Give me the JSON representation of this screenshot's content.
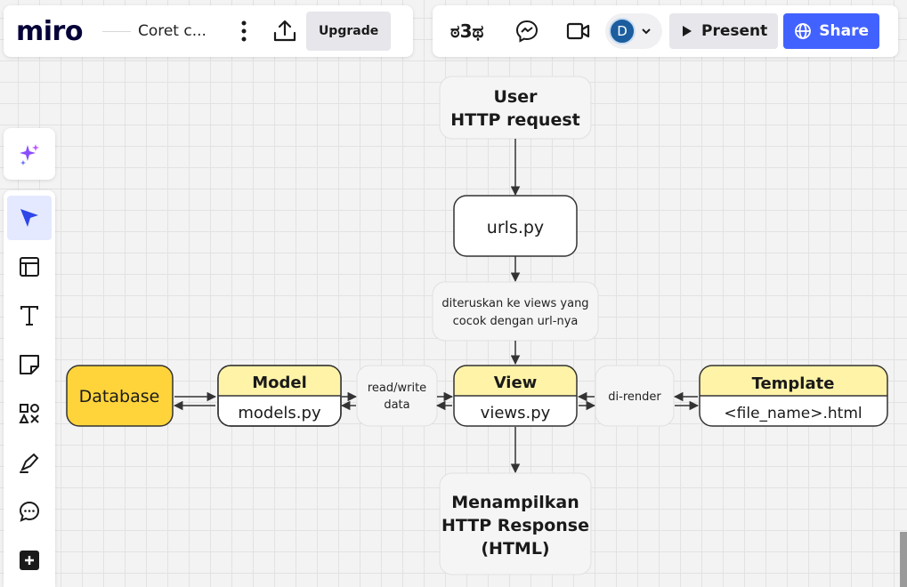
{
  "header": {
    "logo": "miro",
    "board_name": "Coret c...",
    "upgrade_label": "Upgrade",
    "reactions_label": "ಠ3ಥ",
    "user_initial": "D",
    "present_label": "Present",
    "share_label": "Share"
  },
  "colors": {
    "accent": "#4262ff",
    "node_yellow": "#fff3a8",
    "database_yellow": "#ffd43b",
    "node_border": "#333333",
    "arrow": "#333333"
  },
  "toolbar": {
    "tools": [
      "select-tool",
      "templates-tool",
      "text-tool",
      "sticky-note-tool",
      "shapes-tool",
      "pen-tool",
      "comment-tool",
      "more-tools"
    ]
  },
  "diagram": {
    "user_request": [
      "User",
      "HTTP request"
    ],
    "urls": "urls.py",
    "forward_note": [
      "diteruskan ke views yang",
      "cocok dengan url-nya"
    ],
    "view_title": "View",
    "view_file": "views.py",
    "model_title": "Model",
    "model_file": "models.py",
    "database": "Database",
    "read_write": [
      "read/write",
      "data"
    ],
    "template_title": "Template",
    "template_file": "<file_name>.html",
    "di_render": "di-render",
    "response": [
      "Menampilkan",
      "HTTP Response",
      "(HTML)"
    ]
  }
}
